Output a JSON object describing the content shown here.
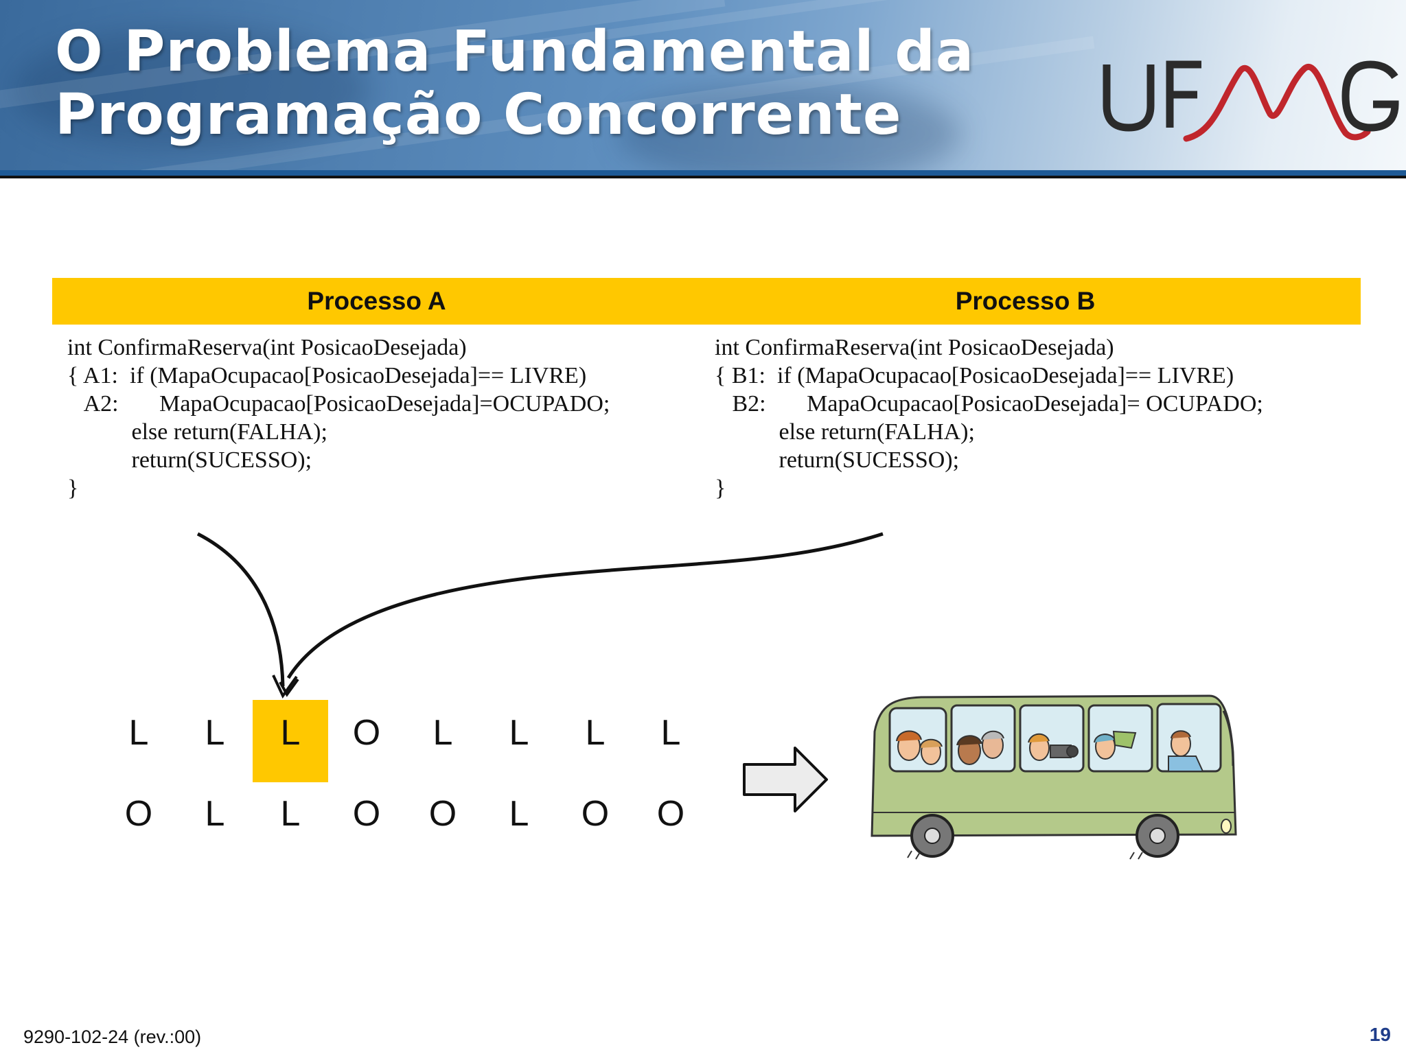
{
  "slide": {
    "title_line1": "O Problema Fundamental da",
    "title_line2": "Programação Concorrente",
    "logo_text": "UFMG",
    "footer_code": "9290-102-24 (rev.:00)",
    "page_number": "19"
  },
  "processes": [
    {
      "label": "Processo A",
      "code": [
        "int ConfirmaReserva(int PosicaoDesejada)",
        "{ A1:  if (MapaOcupacao[PosicaoDesejada]== LIVRE)",
        "   A2:       MapaOcupacao[PosicaoDesejada]=OCUPADO;",
        "           else return(FALHA);",
        "           return(SUCESSO);",
        "}"
      ]
    },
    {
      "label": "Processo B",
      "code": [
        "int ConfirmaReserva(int PosicaoDesejada)",
        "{ B1:  if (MapaOcupacao[PosicaoDesejada]== LIVRE)",
        "   B2:       MapaOcupacao[PosicaoDesejada]= OCUPADO;",
        "           else return(FALHA);",
        "           return(SUCESSO);",
        "}"
      ]
    }
  ],
  "seat_map": {
    "rows": [
      [
        "L",
        "L",
        "L",
        "O",
        "L",
        "L",
        "L",
        "L"
      ],
      [
        "O",
        "L",
        "L",
        "O",
        "O",
        "L",
        "O",
        "O"
      ]
    ],
    "highlight_color": "#ffc800"
  },
  "colors": {
    "accent": "#ffc800",
    "header_blue": "#3a6a9c",
    "logo_dark": "#2b2b2b",
    "logo_red": "#c0262c"
  },
  "illustration": "bus-with-passengers-icon"
}
